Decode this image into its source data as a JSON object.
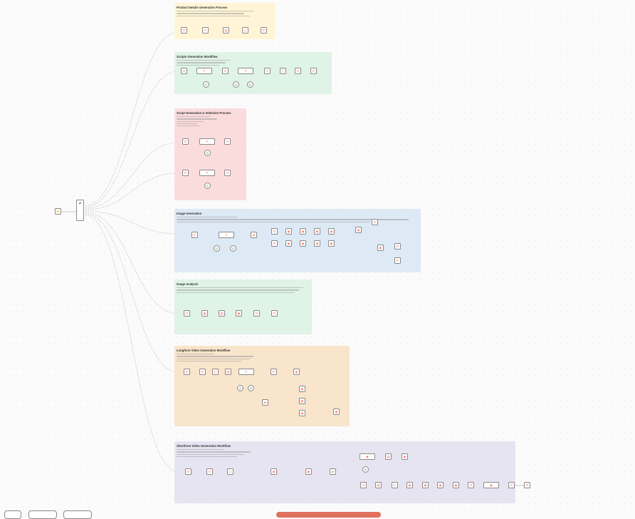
{
  "notes": [
    {
      "id": "n1",
      "title": "Product Details Generation Process",
      "color": "#fff5d6",
      "lines": 4
    },
    {
      "id": "n2",
      "title": "Scripts Generation Workflow",
      "color": "#dff3e6",
      "lines": 3
    },
    {
      "id": "n3",
      "title": "Script Generation & Selection Process",
      "color": "#fbdcdd",
      "lines": 6
    },
    {
      "id": "n4",
      "title": "Image Generation",
      "color": "#dde9f5",
      "lines": 3
    },
    {
      "id": "n5",
      "title": "Image Analysis",
      "color": "#dff3e6",
      "lines": 3
    },
    {
      "id": "n6",
      "title": "Longform Video Generation Workflow",
      "color": "#f8e5cb",
      "lines": 5
    },
    {
      "id": "n7",
      "title": "Shortform Video Generation Workflow",
      "color": "#e7e4f1",
      "lines": 5
    }
  ],
  "colors": {
    "accent": "#ff6d5a",
    "wire": "#aaaaaa",
    "execute": "#e0715e"
  },
  "trigger": {
    "icon": "trigger-icon",
    "label": "Trigger"
  },
  "switch": {
    "icon": "switch-icon",
    "label": "Switch"
  },
  "execute_button": {
    "label": ""
  }
}
